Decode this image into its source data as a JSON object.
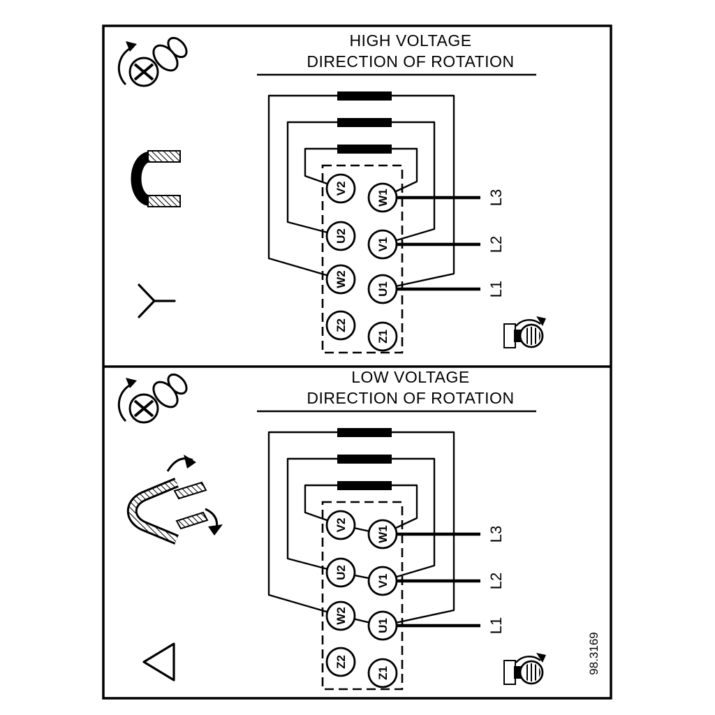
{
  "document": {
    "figure_number": "98.3169"
  },
  "colors": {
    "ink": "#000000",
    "paper": "#ffffff"
  },
  "panels": [
    {
      "name": "high-voltage",
      "title_line1": "HIGH VOLTAGE",
      "title_line2": "DIRECTION OF ROTATION",
      "connection_symbol": "star",
      "jumper_bar_count": 3,
      "terminals_left": [
        "V2",
        "U2",
        "W2",
        "Z2"
      ],
      "terminals_right": [
        "W1",
        "V1",
        "U1",
        "Z1"
      ],
      "supply_lines": [
        "L3",
        "L2",
        "L1"
      ]
    },
    {
      "name": "low-voltage",
      "title_line1": "LOW VOLTAGE",
      "title_line2": "DIRECTION OF ROTATION",
      "connection_symbol": "delta",
      "jumper_bar_count": 3,
      "terminals_left": [
        "V2",
        "U2",
        "W2",
        "Z2"
      ],
      "terminals_right": [
        "W1",
        "V1",
        "U1",
        "Z1"
      ],
      "supply_lines": [
        "L3",
        "L2",
        "L1"
      ]
    }
  ]
}
